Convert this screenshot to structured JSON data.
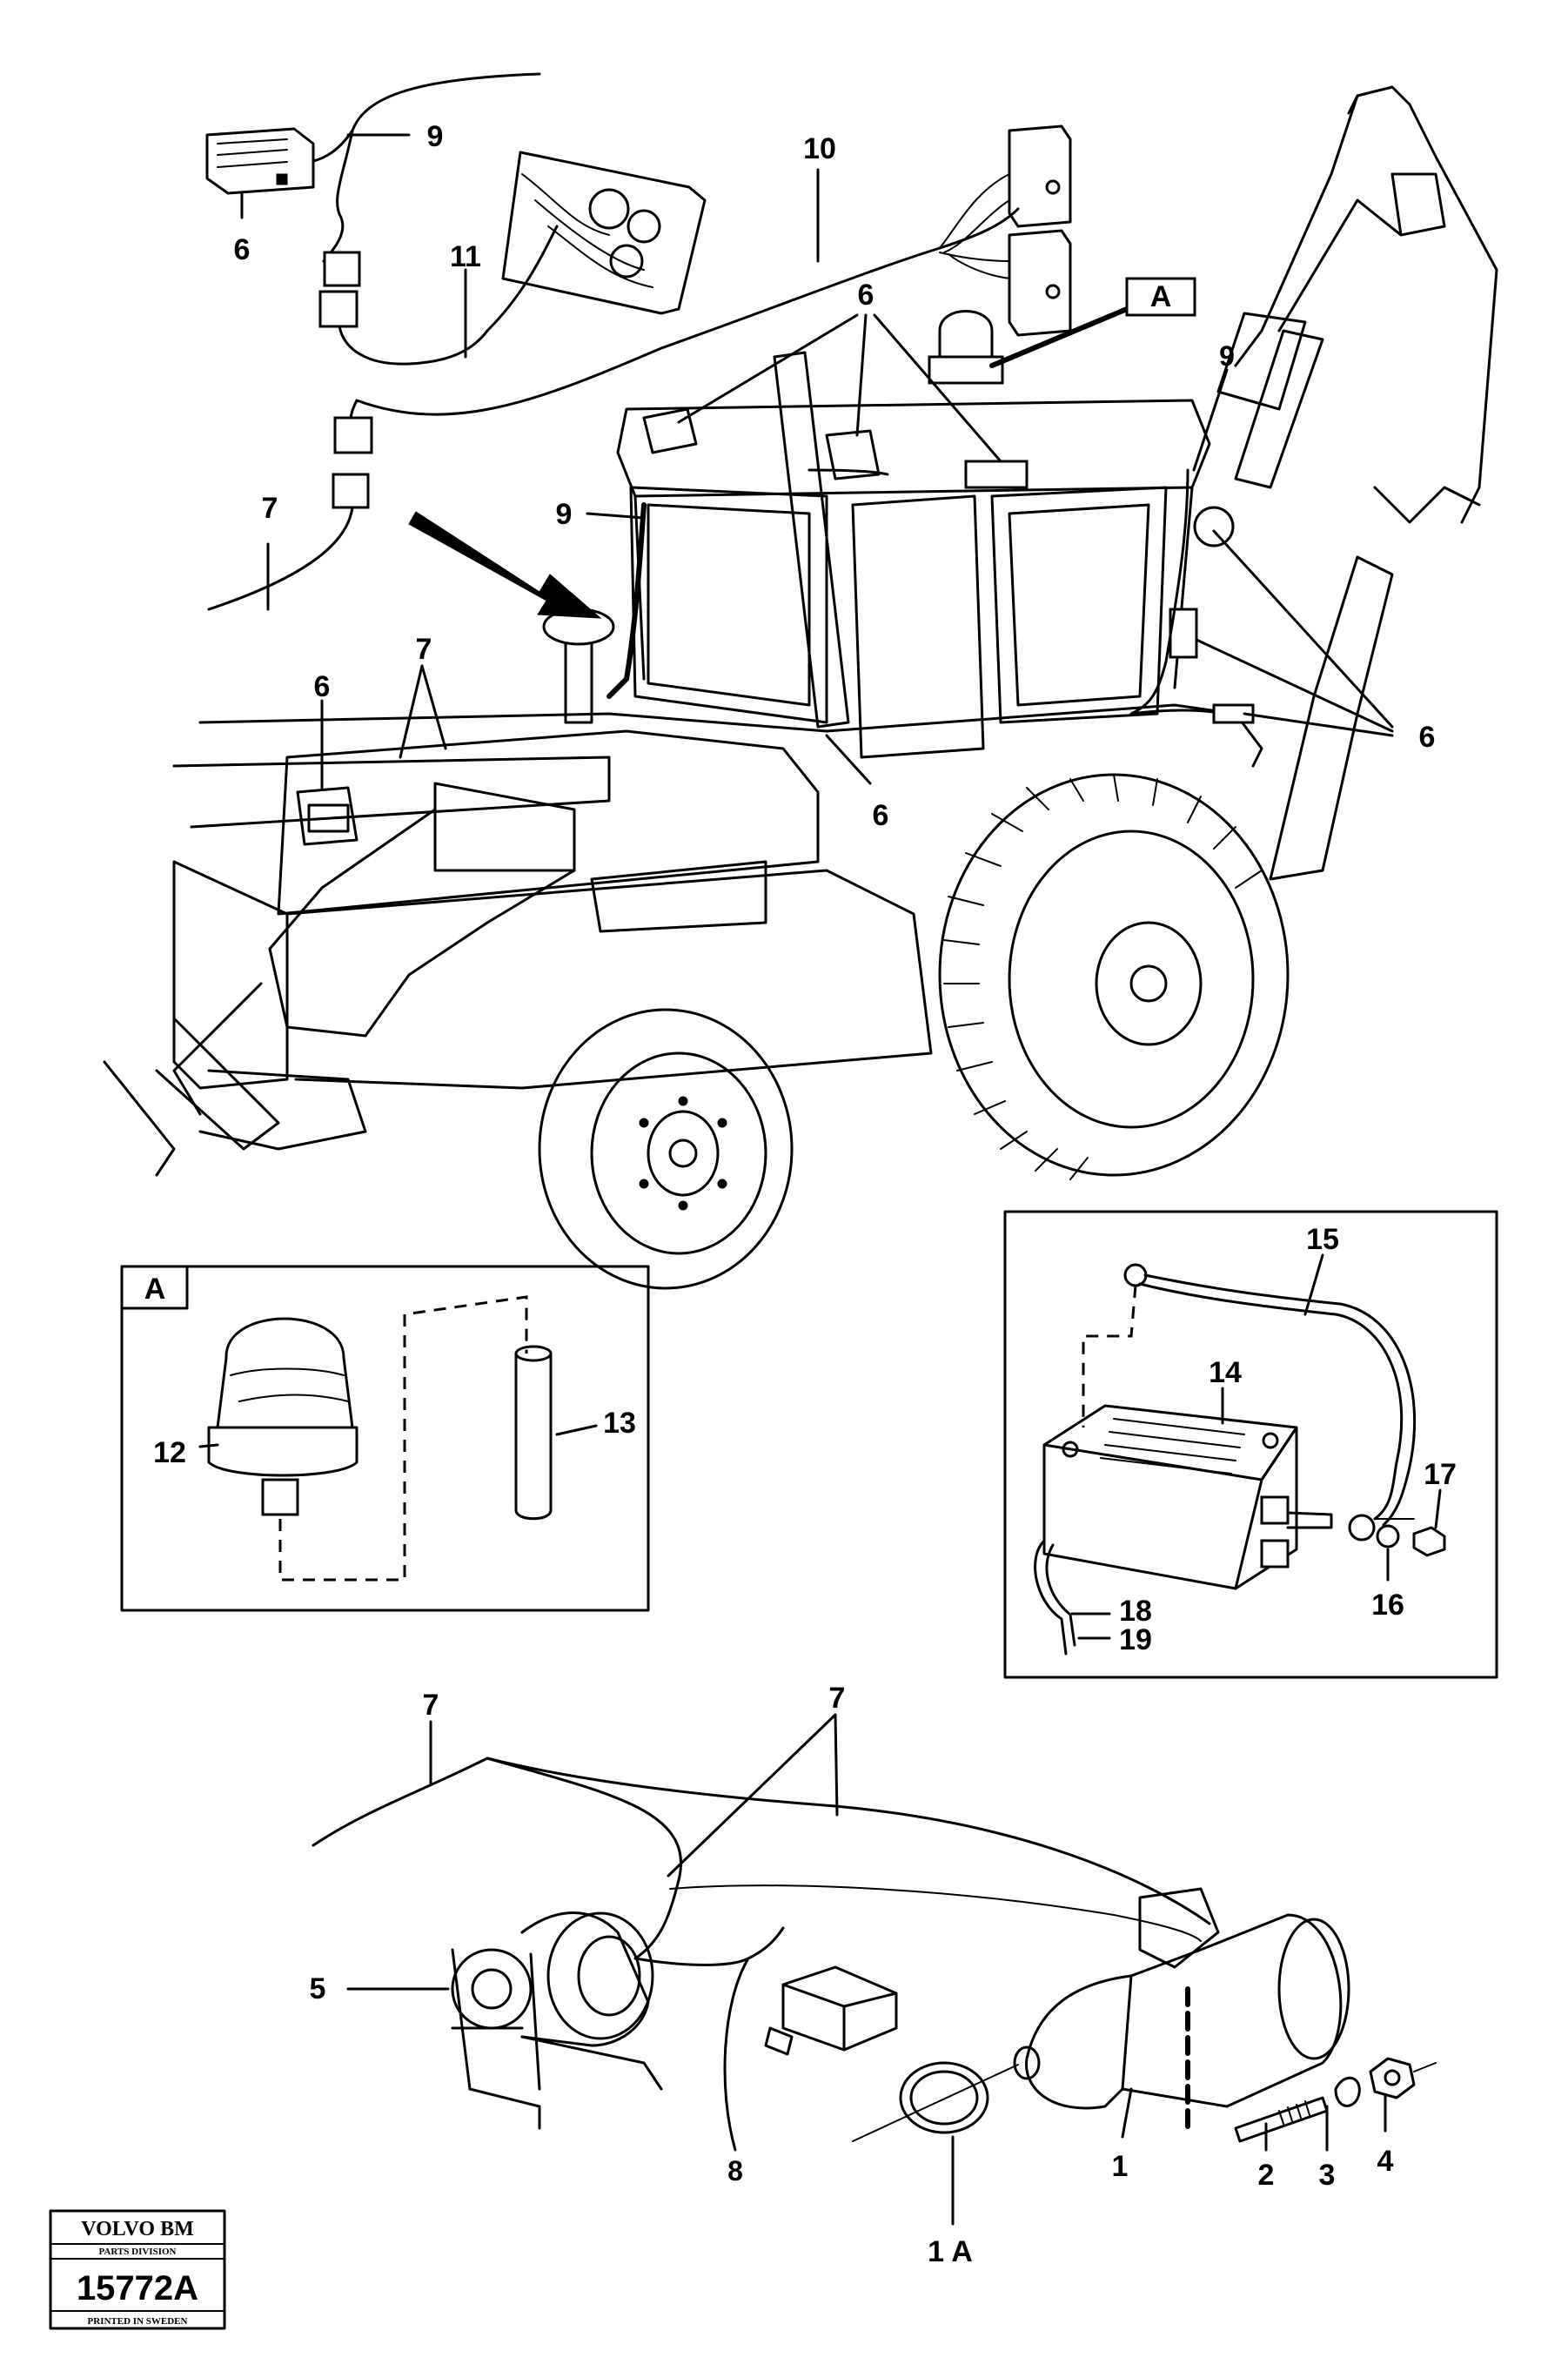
{
  "callouts": {
    "c9a": "9",
    "c6a": "6",
    "c11": "11",
    "c10": "10",
    "c6b": "6",
    "cA": "A",
    "c9b": "9",
    "c9c": "9",
    "c7a": "7",
    "c6c": "6",
    "c7b": "7",
    "c6d": "6",
    "c6e": "6",
    "c15": "15",
    "c14": "14",
    "c17": "17",
    "c16": "16",
    "c18": "18",
    "c19": "19",
    "c12": "12",
    "c13": "13",
    "c7c": "7",
    "c7d": "7",
    "c5": "5",
    "c8": "8",
    "c1": "1",
    "c2": "2",
    "c3": "3",
    "c4": "4",
    "c1A": "1 A"
  },
  "detail_a": {
    "tag": "A"
  },
  "logo": {
    "brand": "VOLVO BM",
    "division": "PARTS DIVISION",
    "number": "15772A",
    "printed": "PRINTED IN SWEDEN"
  }
}
